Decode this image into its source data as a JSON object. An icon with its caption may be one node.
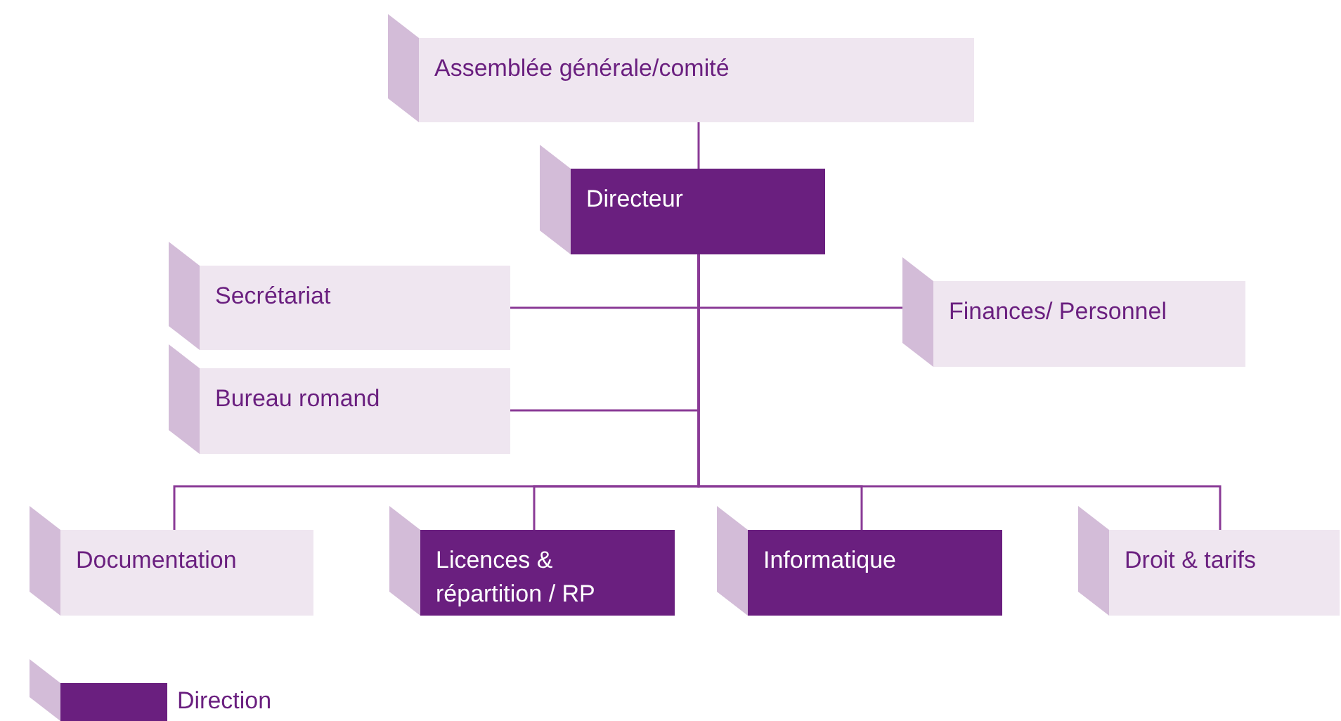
{
  "diagram": {
    "nodes": [
      {
        "text": [
          "Assemblée générale/comité"
        ]
      },
      {
        "text": [
          "Directeur"
        ]
      },
      {
        "text": [
          "Secrétariat"
        ]
      },
      {
        "text": [
          "Finances/ Personnel"
        ]
      },
      {
        "text": [
          "Bureau romand"
        ]
      },
      {
        "text": [
          "Documentation"
        ]
      },
      {
        "text": [
          "Licences & répartition / RP"
        ]
      },
      {
        "text": [
          "Informatique"
        ]
      },
      {
        "text": [
          "Droit & tarifs"
        ]
      }
    ],
    "edges": [
      {
        "from": 0,
        "to": 1,
        "arrow": "none"
      },
      {
        "from": 1,
        "to": 2,
        "arrow": "none"
      },
      {
        "from": 1,
        "to": 3,
        "arrow": "none"
      },
      {
        "from": 1,
        "to": 4,
        "arrow": "none"
      },
      {
        "from": 1,
        "to": 5,
        "arrow": "none"
      },
      {
        "from": 1,
        "to": 6,
        "arrow": "none"
      },
      {
        "from": 1,
        "to": 7,
        "arrow": "none"
      },
      {
        "from": 1,
        "to": 8,
        "arrow": "none"
      }
    ],
    "legend": [
      {
        "text": "Direction",
        "color": "#6a1f7f"
      }
    ]
  }
}
